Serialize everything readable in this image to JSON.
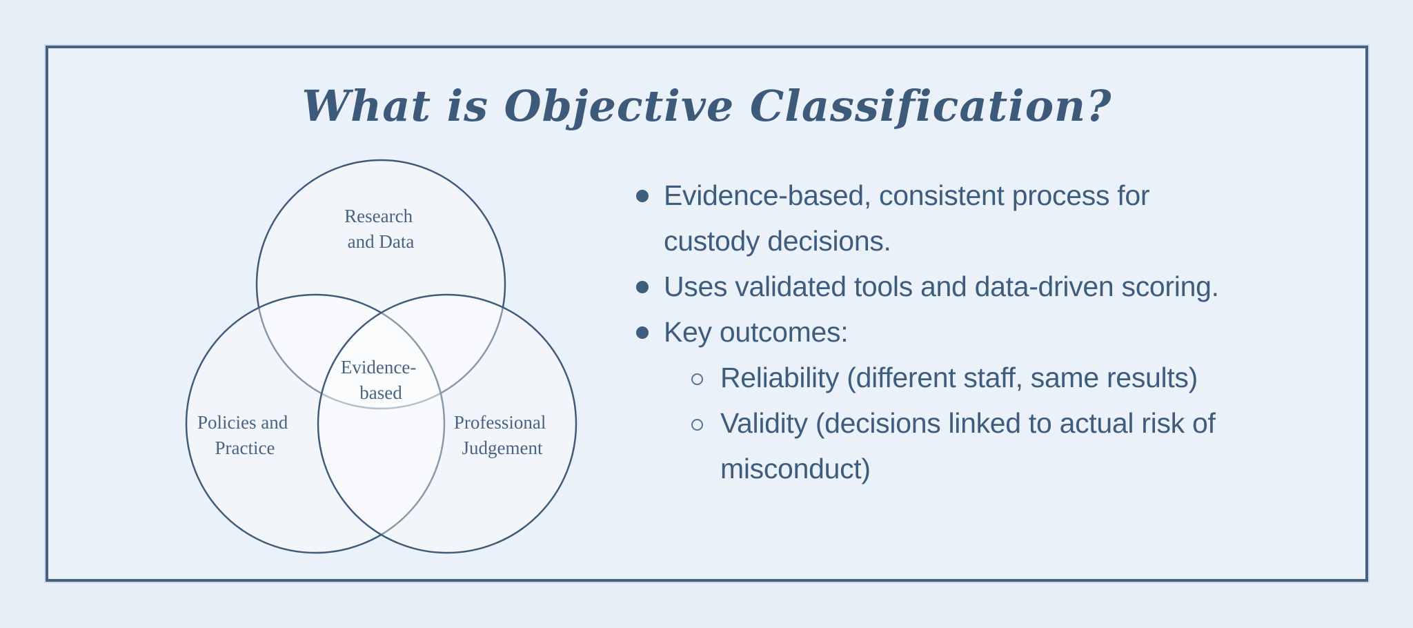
{
  "slide": {
    "title": "What is Objective Classification?"
  },
  "venn": {
    "circle_labels": [
      {
        "lines": [
          "Research",
          "and Data"
        ]
      },
      {
        "lines": [
          "Policies and",
          "Practice"
        ]
      },
      {
        "lines": [
          "Professional",
          "Judgement"
        ]
      }
    ],
    "center_label": {
      "lines": [
        "Evidence-",
        "based"
      ]
    }
  },
  "bullets": {
    "items": [
      {
        "level": 0,
        "lines": [
          "Evidence-based, consistent process for",
          "custody decisions."
        ]
      },
      {
        "level": 0,
        "lines": [
          "Uses validated tools and data-driven scoring."
        ]
      },
      {
        "level": 0,
        "lines": [
          "Key outcomes:"
        ]
      },
      {
        "level": 1,
        "lines": [
          "Reliability (different staff, same results)"
        ]
      },
      {
        "level": 1,
        "lines": [
          "Validity (decisions linked to actual risk of",
          "misconduct)"
        ]
      }
    ]
  },
  "colors": {
    "page_background": "#e8eef7",
    "card_background": "#ebf1f9",
    "card_border": "#45617f",
    "title_text": "#3d5a7a",
    "body_text": "#3e5c7c",
    "venn_stroke": "#3f5b77",
    "venn_label_text": "#486480"
  }
}
